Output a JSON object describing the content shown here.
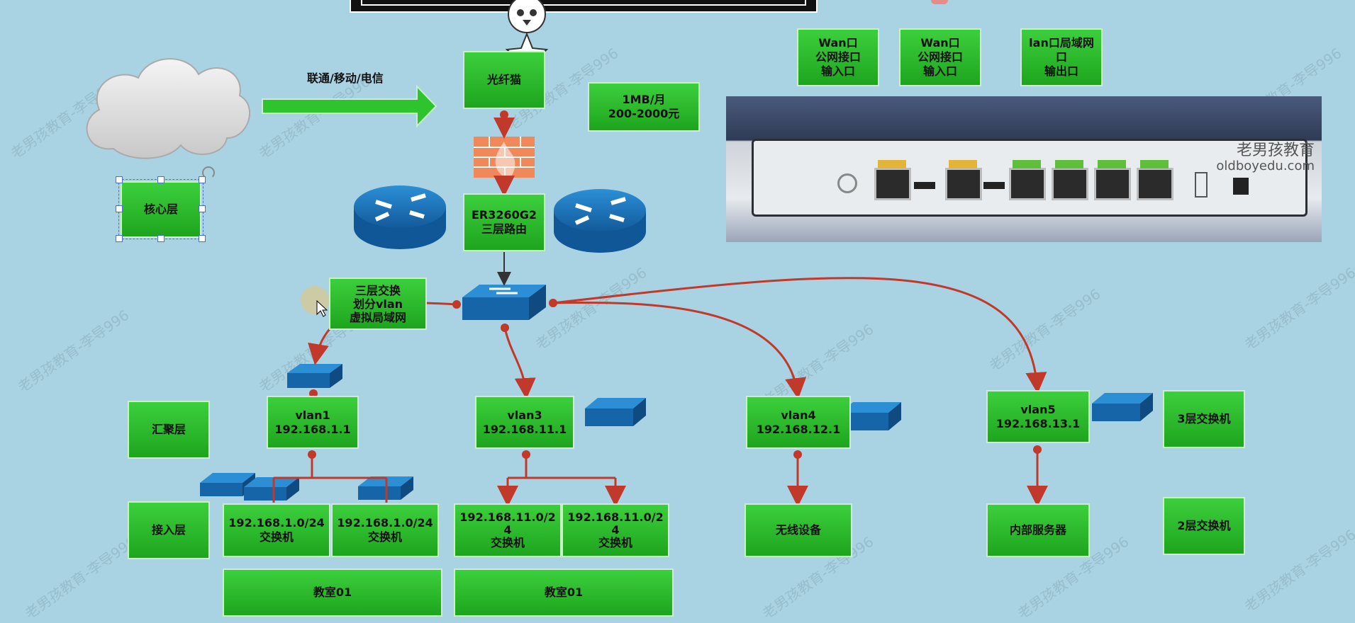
{
  "watermark": "老男孩教育-李导996",
  "labels": {
    "isp_text": "联通/移动/电信",
    "core_layer": "核心层",
    "aggregation_layer": "汇聚层",
    "access_layer": "接入层",
    "optical_modem": "光纤猫",
    "bandwidth_price": [
      "1MB/月",
      "200-2000元"
    ],
    "router": [
      "ER3260G2",
      "三层路由"
    ],
    "l3_switch_note": [
      "三层交换",
      "划分vlan",
      "虚拟局域网"
    ],
    "wan1": [
      "Wan口",
      "公网接口",
      "输入口"
    ],
    "wan2": [
      "Wan口",
      "公网接口",
      "输入口"
    ],
    "lan_port": [
      "lan口局域网",
      "口",
      "输出口"
    ],
    "l3_switch": "3层交换机",
    "l2_switch": "2层交换机"
  },
  "vlans": {
    "vlan1": [
      "vlan1",
      "192.168.1.1"
    ],
    "vlan3": [
      "vlan3",
      "192.168.11.1"
    ],
    "vlan4": [
      "vlan4",
      "192.168.12.1"
    ],
    "vlan5": [
      "vlan5",
      "192.168.13.1"
    ]
  },
  "subnets": {
    "s1a": [
      "192.168.1.0/24",
      "交换机"
    ],
    "s1b": [
      "192.168.1.0/24",
      "交换机"
    ],
    "s3a": [
      "192.168.11.0/2",
      "4",
      "交换机"
    ],
    "s3b": [
      "192.168.11.0/2",
      "4",
      "交换机"
    ],
    "wireless": "无线设备",
    "servers": "内部服务器",
    "classroom1": "教室01",
    "classroom2": "教室01"
  },
  "photo_brand": "老男孩教育",
  "photo_brand_url": "oldboyedu.com",
  "colors": {
    "background": "#a9d3e2",
    "box_green": "#2bbb2b",
    "connector_red": "#c0392b",
    "switch_blue": "#1565a8"
  }
}
